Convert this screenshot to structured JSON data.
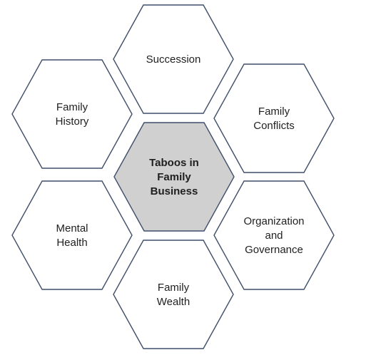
{
  "diagram": {
    "center": {
      "lines": [
        "Taboos in",
        "Family",
        "Business"
      ],
      "fill": "#d0d0d0"
    },
    "outer_fill": "#ffffff",
    "stroke": "#3f4f6b",
    "hexagons": [
      {
        "id": "succession",
        "lines": [
          "Succession"
        ]
      },
      {
        "id": "family-conflicts",
        "lines": [
          "Family",
          "Conflicts"
        ]
      },
      {
        "id": "organization-and-governance",
        "lines": [
          "Organization",
          "and",
          "Governance"
        ]
      },
      {
        "id": "family-wealth",
        "lines": [
          "Family",
          "Wealth"
        ]
      },
      {
        "id": "mental-health",
        "lines": [
          "Mental",
          "Health"
        ]
      },
      {
        "id": "family-history",
        "lines": [
          "Family",
          "History"
        ]
      }
    ]
  }
}
